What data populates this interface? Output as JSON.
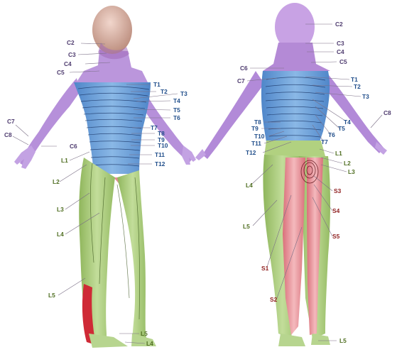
{
  "colors": {
    "cervical": "#b48ad6",
    "thoracic": "#6ea0d8",
    "lumbar": "#a9cc7c",
    "sacral": "#e59aa0",
    "head": "#d8b4a8",
    "cervical_label": "#4d3a6e",
    "thoracic_label": "#1f4d8a",
    "lumbar_label": "#4f6e21",
    "sacral_label": "#8f1f1f"
  },
  "front_view": {
    "labels": {
      "C2": "C2",
      "C3": "C3",
      "C4": "C4",
      "C5": "C5",
      "C6": "C6",
      "C7": "C7",
      "C8": "C8",
      "T1": "T1",
      "T2": "T2",
      "T3": "T3",
      "T4": "T4",
      "T5": "T5",
      "T6": "T6",
      "T7": "T7",
      "T8": "T8",
      "T9": "T9",
      "T10": "T10",
      "T11": "T11",
      "T12": "T12",
      "L1": "L1",
      "L2": "L2",
      "L3": "L3",
      "L4": "L4",
      "L5": "L5",
      "L5b": "L5",
      "L4b": "L4"
    }
  },
  "back_view": {
    "labels": {
      "C2": "C2",
      "C3": "C3",
      "C4": "C4",
      "C5": "C5",
      "C6": "C6",
      "C7": "C7",
      "C8": "C8",
      "T1": "T1",
      "T2": "T2",
      "T3": "T3",
      "T4": "T4",
      "T5": "T5",
      "T6": "T6",
      "T7": "T7",
      "T8": "T8",
      "T9": "T9",
      "T10": "T10",
      "T11": "T11",
      "T12": "T12",
      "L1": "L1",
      "L2": "L2",
      "L3": "L3",
      "L4": "L4",
      "L5": "L5",
      "L5b": "L5",
      "S1": "S1",
      "S2": "S2",
      "S3": "S3",
      "S4": "S4",
      "S5": "S5"
    }
  }
}
